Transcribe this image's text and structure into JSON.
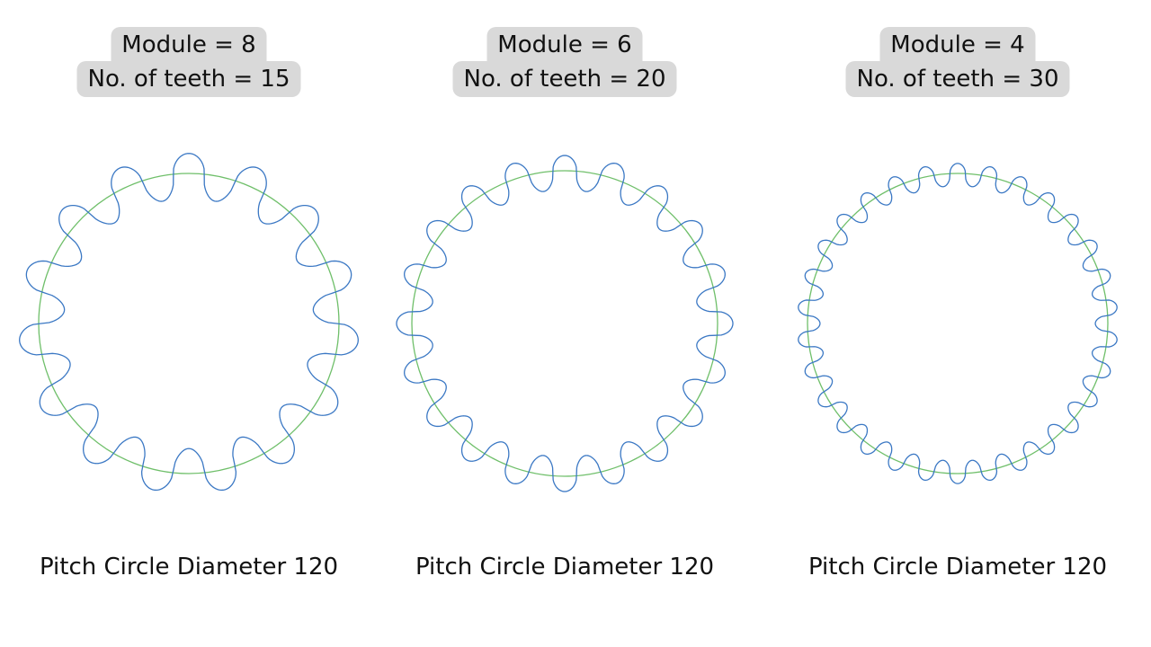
{
  "colors": {
    "gear_outline": "#3b78c4",
    "pitch_circle": "#6fbf6a",
    "label_bg": "#d9d9d9"
  },
  "gears": [
    {
      "module_label": "Module = 8",
      "teeth_label": "No. of teeth = 15",
      "caption": "Pitch Circle Diameter 120",
      "module": 8,
      "teeth": 15,
      "pitch_circle_diameter": 120
    },
    {
      "module_label": "Module = 6",
      "teeth_label": "No. of teeth = 20",
      "caption": "Pitch Circle Diameter 120",
      "module": 6,
      "teeth": 20,
      "pitch_circle_diameter": 120
    },
    {
      "module_label": "Module = 4",
      "teeth_label": "No. of teeth = 30",
      "caption": "Pitch Circle Diameter 120",
      "module": 4,
      "teeth": 30,
      "pitch_circle_diameter": 120
    }
  ]
}
